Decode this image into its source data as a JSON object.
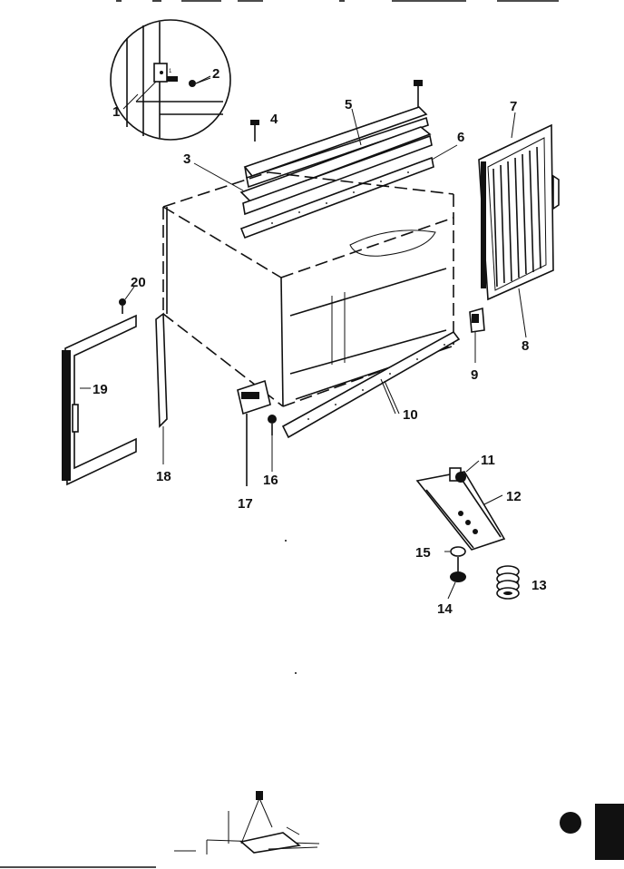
{
  "callouts": [
    {
      "id": "1",
      "label": "1"
    },
    {
      "id": "2",
      "label": "2"
    },
    {
      "id": "3",
      "label": "3"
    },
    {
      "id": "4",
      "label": "4"
    },
    {
      "id": "5",
      "label": "5"
    },
    {
      "id": "6",
      "label": "6"
    },
    {
      "id": "7",
      "label": "7"
    },
    {
      "id": "8",
      "label": "8"
    },
    {
      "id": "9",
      "label": "9"
    },
    {
      "id": "10",
      "label": "10"
    },
    {
      "id": "11",
      "label": "11"
    },
    {
      "id": "12",
      "label": "12"
    },
    {
      "id": "13",
      "label": "13"
    },
    {
      "id": "14",
      "label": "14"
    },
    {
      "id": "15",
      "label": "15"
    },
    {
      "id": "16",
      "label": "16"
    },
    {
      "id": "17",
      "label": "17"
    },
    {
      "id": "18",
      "label": "18"
    },
    {
      "id": "19",
      "label": "19"
    },
    {
      "id": "20",
      "label": "20"
    }
  ],
  "detail_labels": {
    "inset_small": "1"
  },
  "colors": {
    "ink": "#111111",
    "paper": "#ffffff"
  }
}
